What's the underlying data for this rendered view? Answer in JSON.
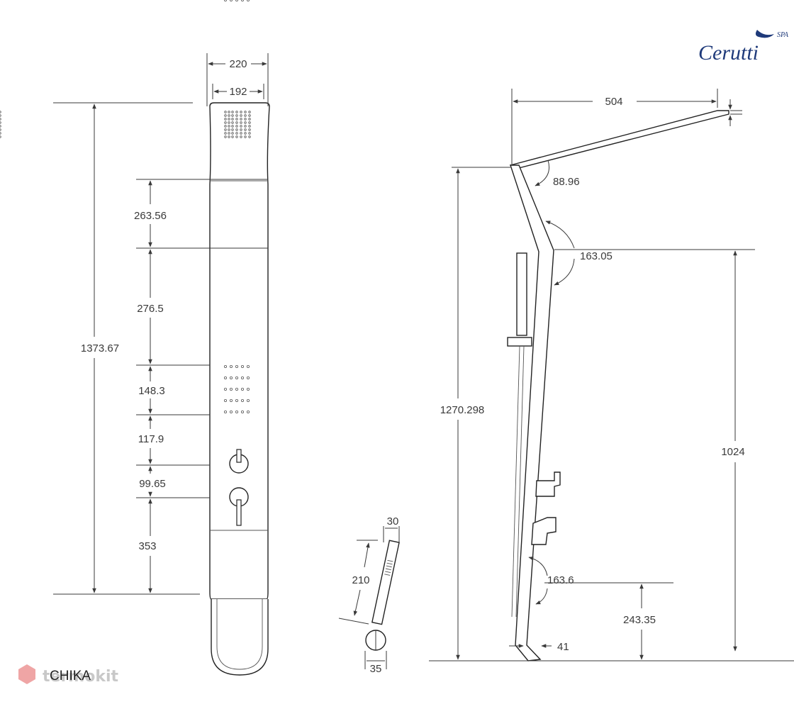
{
  "brand": {
    "name": "Cerutti",
    "suffix": "SPA"
  },
  "model": "CHIKA",
  "watermark": "termokit",
  "front_view": {
    "width_outer": "220",
    "width_inner": "192",
    "total_height": "1373.67",
    "segments": [
      "263.56",
      "276.5",
      "148.3",
      "117.9",
      "99.65",
      "353"
    ]
  },
  "hand_shower": {
    "width": "30",
    "length": "210",
    "base": "35"
  },
  "side_view": {
    "top_depth": "504",
    "total_height": "1270.298",
    "angle_top": "88.96",
    "angle_mid": "163.05",
    "angle_low": "163.6",
    "height_mid": "1024",
    "height_low": "243.35",
    "foot_depth": "41"
  },
  "colors": {
    "lines": "#3a3a3a",
    "brand": "#1f3a7a",
    "watermark_icon": "#e15b5b"
  }
}
